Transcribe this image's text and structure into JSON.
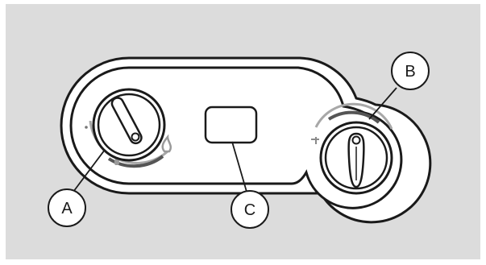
{
  "colors": {
    "background": "#dcdcdc",
    "line": "#1a1a1a",
    "fill": "#ffffff",
    "scale_gray": "#a8a8a8",
    "scale_dark": "#555555"
  },
  "callouts": {
    "a": "A",
    "b": "B",
    "c": "C"
  },
  "icons": {
    "left_knob": "heating-control-knob",
    "right_knob": "hot-water-control-knob",
    "display": "display-window",
    "flame_small": "flame-icon",
    "flame_large": "flame-icon",
    "tap": "tap-icon"
  }
}
